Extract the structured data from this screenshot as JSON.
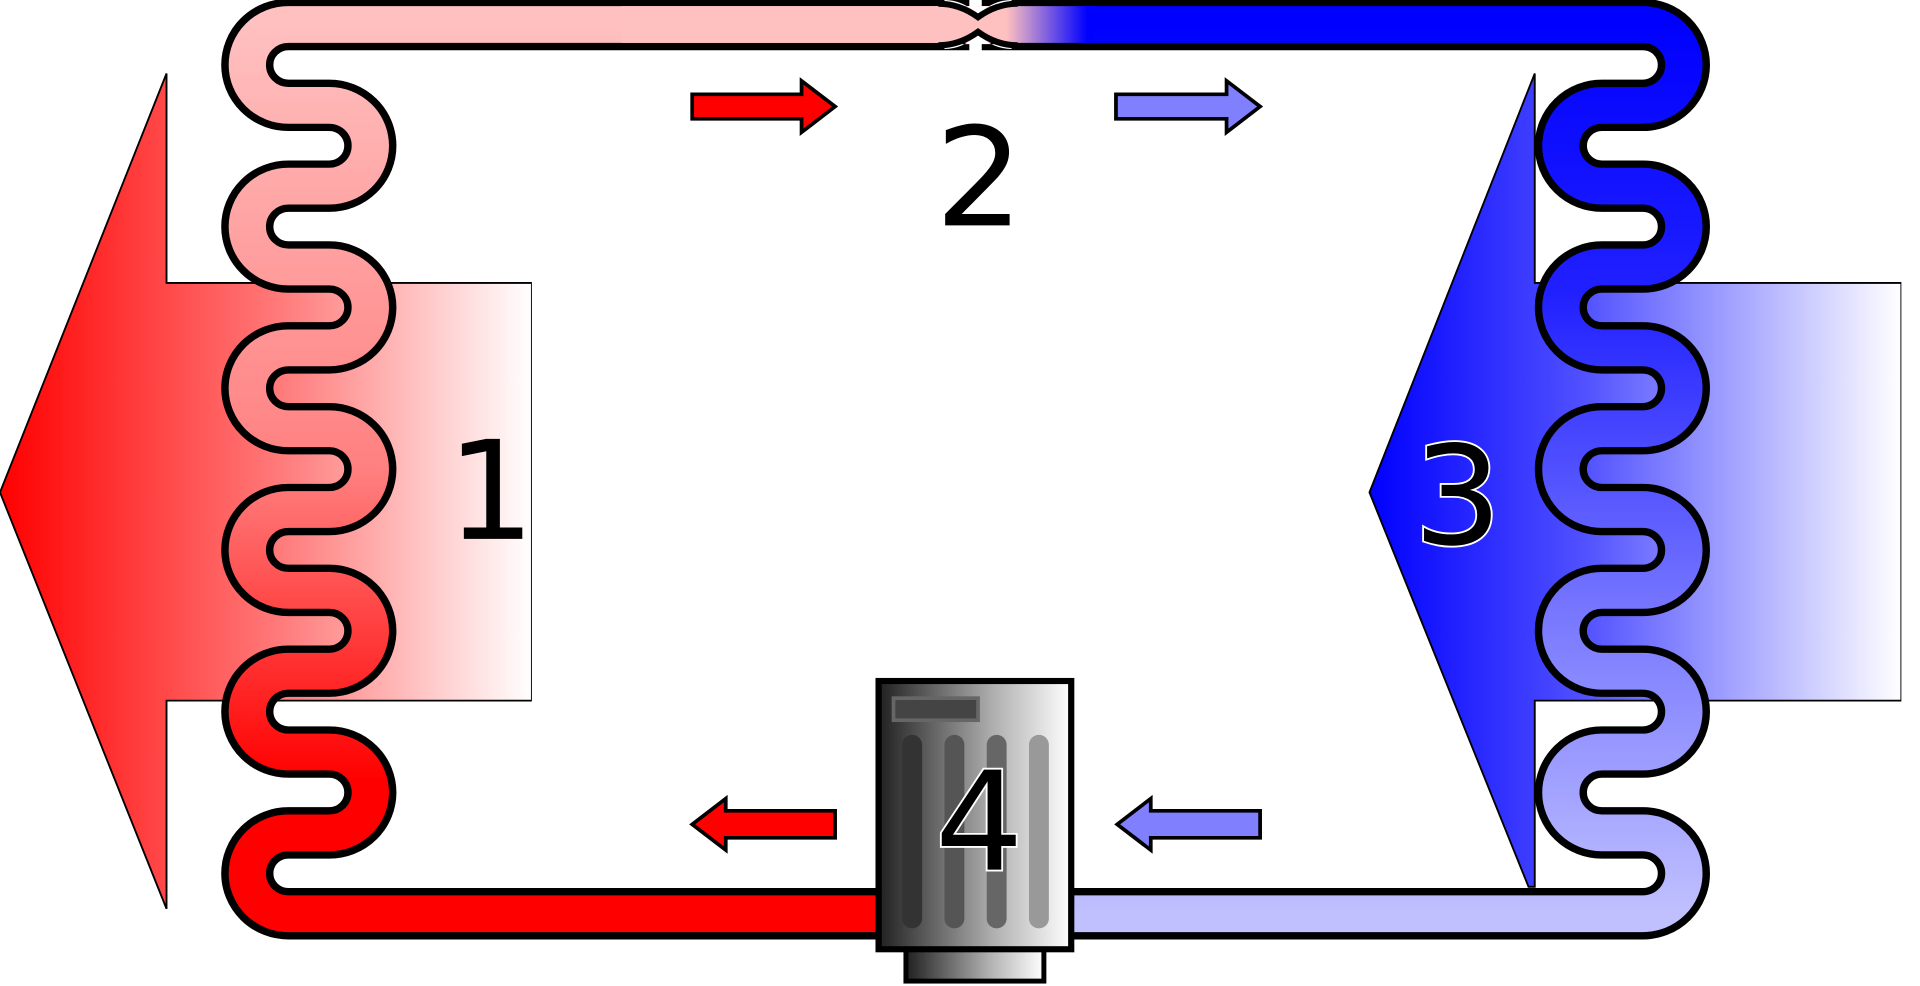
{
  "diagram": {
    "labels": {
      "condenser": "1",
      "expansion_valve": "2",
      "evaporator": "3",
      "compressor": "4"
    },
    "colors": {
      "hot": "#ff0000",
      "warm": "#ffc0c0",
      "cold": "#0000ff",
      "cool": "#c0c0ff",
      "flow_arrow_hot": "#ff0000",
      "flow_arrow_cold": "#8080ff"
    }
  }
}
